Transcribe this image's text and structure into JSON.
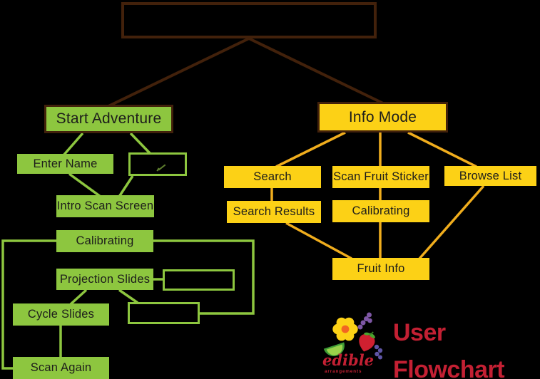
{
  "colors": {
    "background": "#000000",
    "green": "#8dc63f",
    "yellow": "#fcd116",
    "amber": "#f0ad1d",
    "brown": "#42210b",
    "red": "#c32033",
    "text": "#1d1d1b",
    "orange": "#f26522",
    "purple": "#7e57a5"
  },
  "root_box": {
    "label": ""
  },
  "adventure": {
    "title": "Start Adventure",
    "enter_name": "Enter Name",
    "skip_box": "",
    "intro_scan_screen": "Intro Scan Screen",
    "calibrating": "Calibrating",
    "projection_slides": "Projection Slides",
    "empty_box_1": "",
    "cycle_slides": "Cycle Slides",
    "empty_box_2": "",
    "scan_again": "Scan Again"
  },
  "info": {
    "title": "Info Mode",
    "search": "Search",
    "scan_fruit_sticker": "Scan Fruit Sticker",
    "browse_list": "Browse List",
    "search_results": "Search Results",
    "calibrating": "Calibrating",
    "fruit_info": "Fruit Info"
  },
  "footer": {
    "logo_brand": "edible",
    "logo_sub": "arrangements",
    "caption_line1": "User",
    "caption_line2": "Flowchart"
  }
}
